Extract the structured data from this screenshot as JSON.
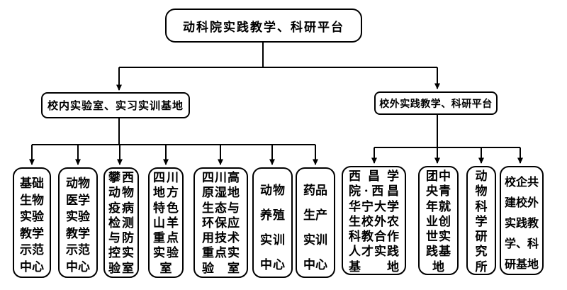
{
  "diagram": {
    "title": "动科院实践教学、科研平台",
    "level2": {
      "left": "校内实验室、实习实训基地",
      "right": "校外实践教学、科研平台"
    },
    "leaves_left": [
      {
        "lines": [
          "基础",
          "生物",
          "实验",
          "教学",
          "示范",
          "中心"
        ]
      },
      {
        "lines": [
          "动物",
          "医学",
          "实验",
          "教学",
          "示范",
          "中心"
        ]
      },
      {
        "lines": [
          "攀西",
          "动物",
          "疫病",
          "检测",
          "与防",
          "控实",
          "验室"
        ]
      },
      {
        "lines": [
          "四川",
          "地方",
          "特色",
          "山羊",
          "重点",
          "实验",
          "室"
        ]
      },
      {
        "lines": [
          "四川高",
          "原湿地",
          "生态与",
          "环保应",
          "用技术",
          "重点实",
          "验室"
        ]
      },
      {
        "lines": [
          "动物",
          "养殖",
          "实训",
          "中心"
        ]
      },
      {
        "lines": [
          "药品",
          "生产",
          "实训",
          "中心"
        ]
      }
    ],
    "leaves_right": [
      {
        "lines": [
          "西昌学",
          "院·西昌",
          "华宁大学",
          "生校外农",
          "科教合作",
          "人才实践",
          "基地"
        ]
      },
      {
        "lines": [
          "团中",
          "央青",
          "年就",
          "业创",
          "世实",
          "践基",
          "地"
        ]
      },
      {
        "lines": [
          "动",
          "物",
          "科",
          "学",
          "研",
          "究",
          "所"
        ]
      },
      {
        "lines": [
          "校企共",
          "建校外",
          "实践教",
          "学、科",
          "研基地"
        ]
      }
    ]
  }
}
